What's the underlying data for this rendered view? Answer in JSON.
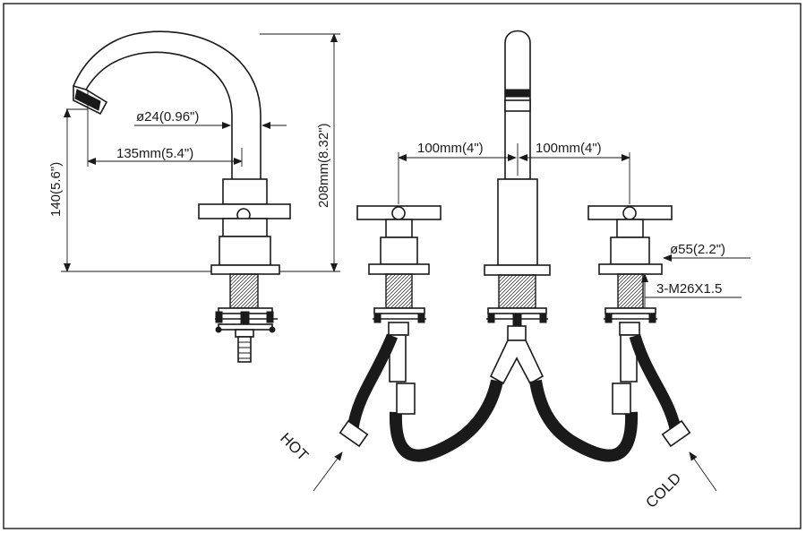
{
  "dimensions": {
    "spout_diameter": "ø24(0.96\")",
    "spout_reach": "135mm(5.4\")",
    "spout_height": "140(5.6\")",
    "total_height": "208mm(8.32\")",
    "spacing_left": "100mm(4\")",
    "spacing_right": "100mm(4\")",
    "base_diameter": "ø55(2.2\")",
    "thread": "3-M26X1.5"
  },
  "labels": {
    "hot": "HOT",
    "cold": "COLD"
  },
  "colors": {
    "line": "#1a1a1a",
    "background": "#ffffff"
  }
}
